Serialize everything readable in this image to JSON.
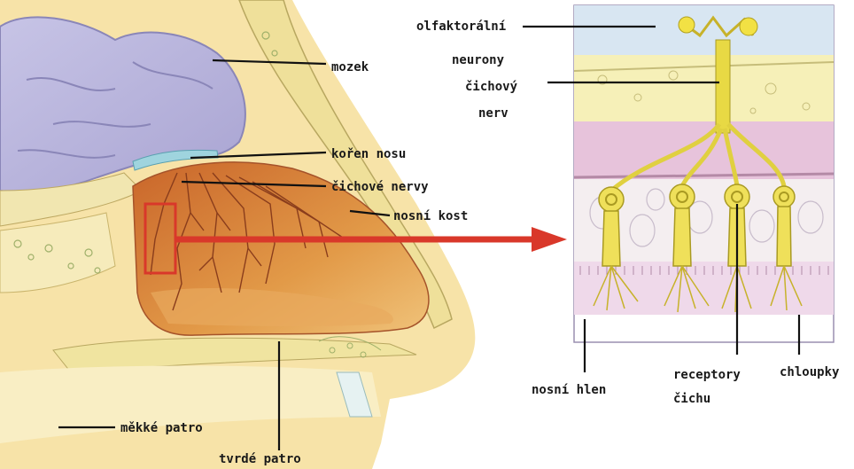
{
  "labels": {
    "mozek": "mozek",
    "koren_nosu": "kořen nosu",
    "cichove_nervy": "čichové nervy",
    "nosni_kost": "nosní kost",
    "mekke_patro": "měkké patro",
    "tvrde_patro": "tvrdé patro",
    "olfaktoralni": "olfaktorální",
    "neurony": "neurony",
    "cichovy": "čichový",
    "nerv": "nerv",
    "nosni_hlen": "nosní hlen",
    "receptory": "receptory",
    "cichu": "čichu",
    "chloupky": "chloupky"
  },
  "colors": {
    "brain": "#b9b6dc",
    "bone": "#f3e9a6",
    "cavity": "#d98a3c",
    "nerve": "#e0d040",
    "arrow": "#d9382a",
    "mucus": "#ecd6e6"
  }
}
